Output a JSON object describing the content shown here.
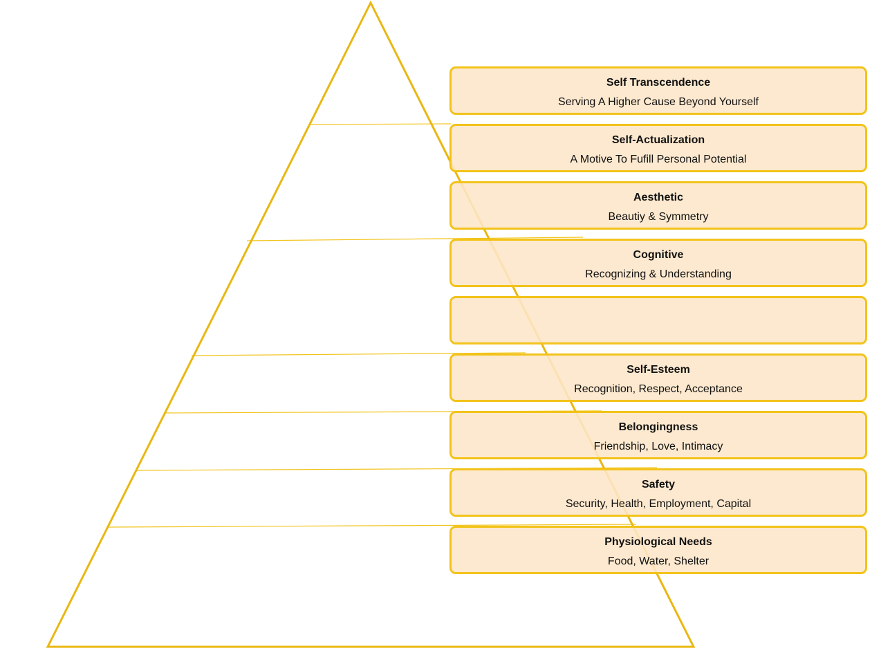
{
  "diagram": {
    "colors": {
      "outline": "#f2c31a",
      "box_fill": "#fde6c8",
      "text": "#111111"
    },
    "levels": [
      {
        "title": "Self Transcendence",
        "description": "Serving A Higher Cause Beyond Yourself"
      },
      {
        "title": "Self-Actualization",
        "description": "A Motive To Fufill Personal Potential"
      },
      {
        "title": "Aesthetic",
        "description": "Beautiy & Symmetry"
      },
      {
        "title": "Cognitive",
        "description": "Recognizing & Understanding"
      },
      {
        "title": "",
        "description": ""
      },
      {
        "title": "Self-Esteem",
        "description": "Recognition, Respect, Acceptance"
      },
      {
        "title": "Belongingness",
        "description": "Friendship, Love, Intimacy"
      },
      {
        "title": "Safety",
        "description": "Security, Health, Employment, Capital"
      },
      {
        "title": "Physiological Needs",
        "description": "Food, Water, Shelter"
      }
    ]
  }
}
